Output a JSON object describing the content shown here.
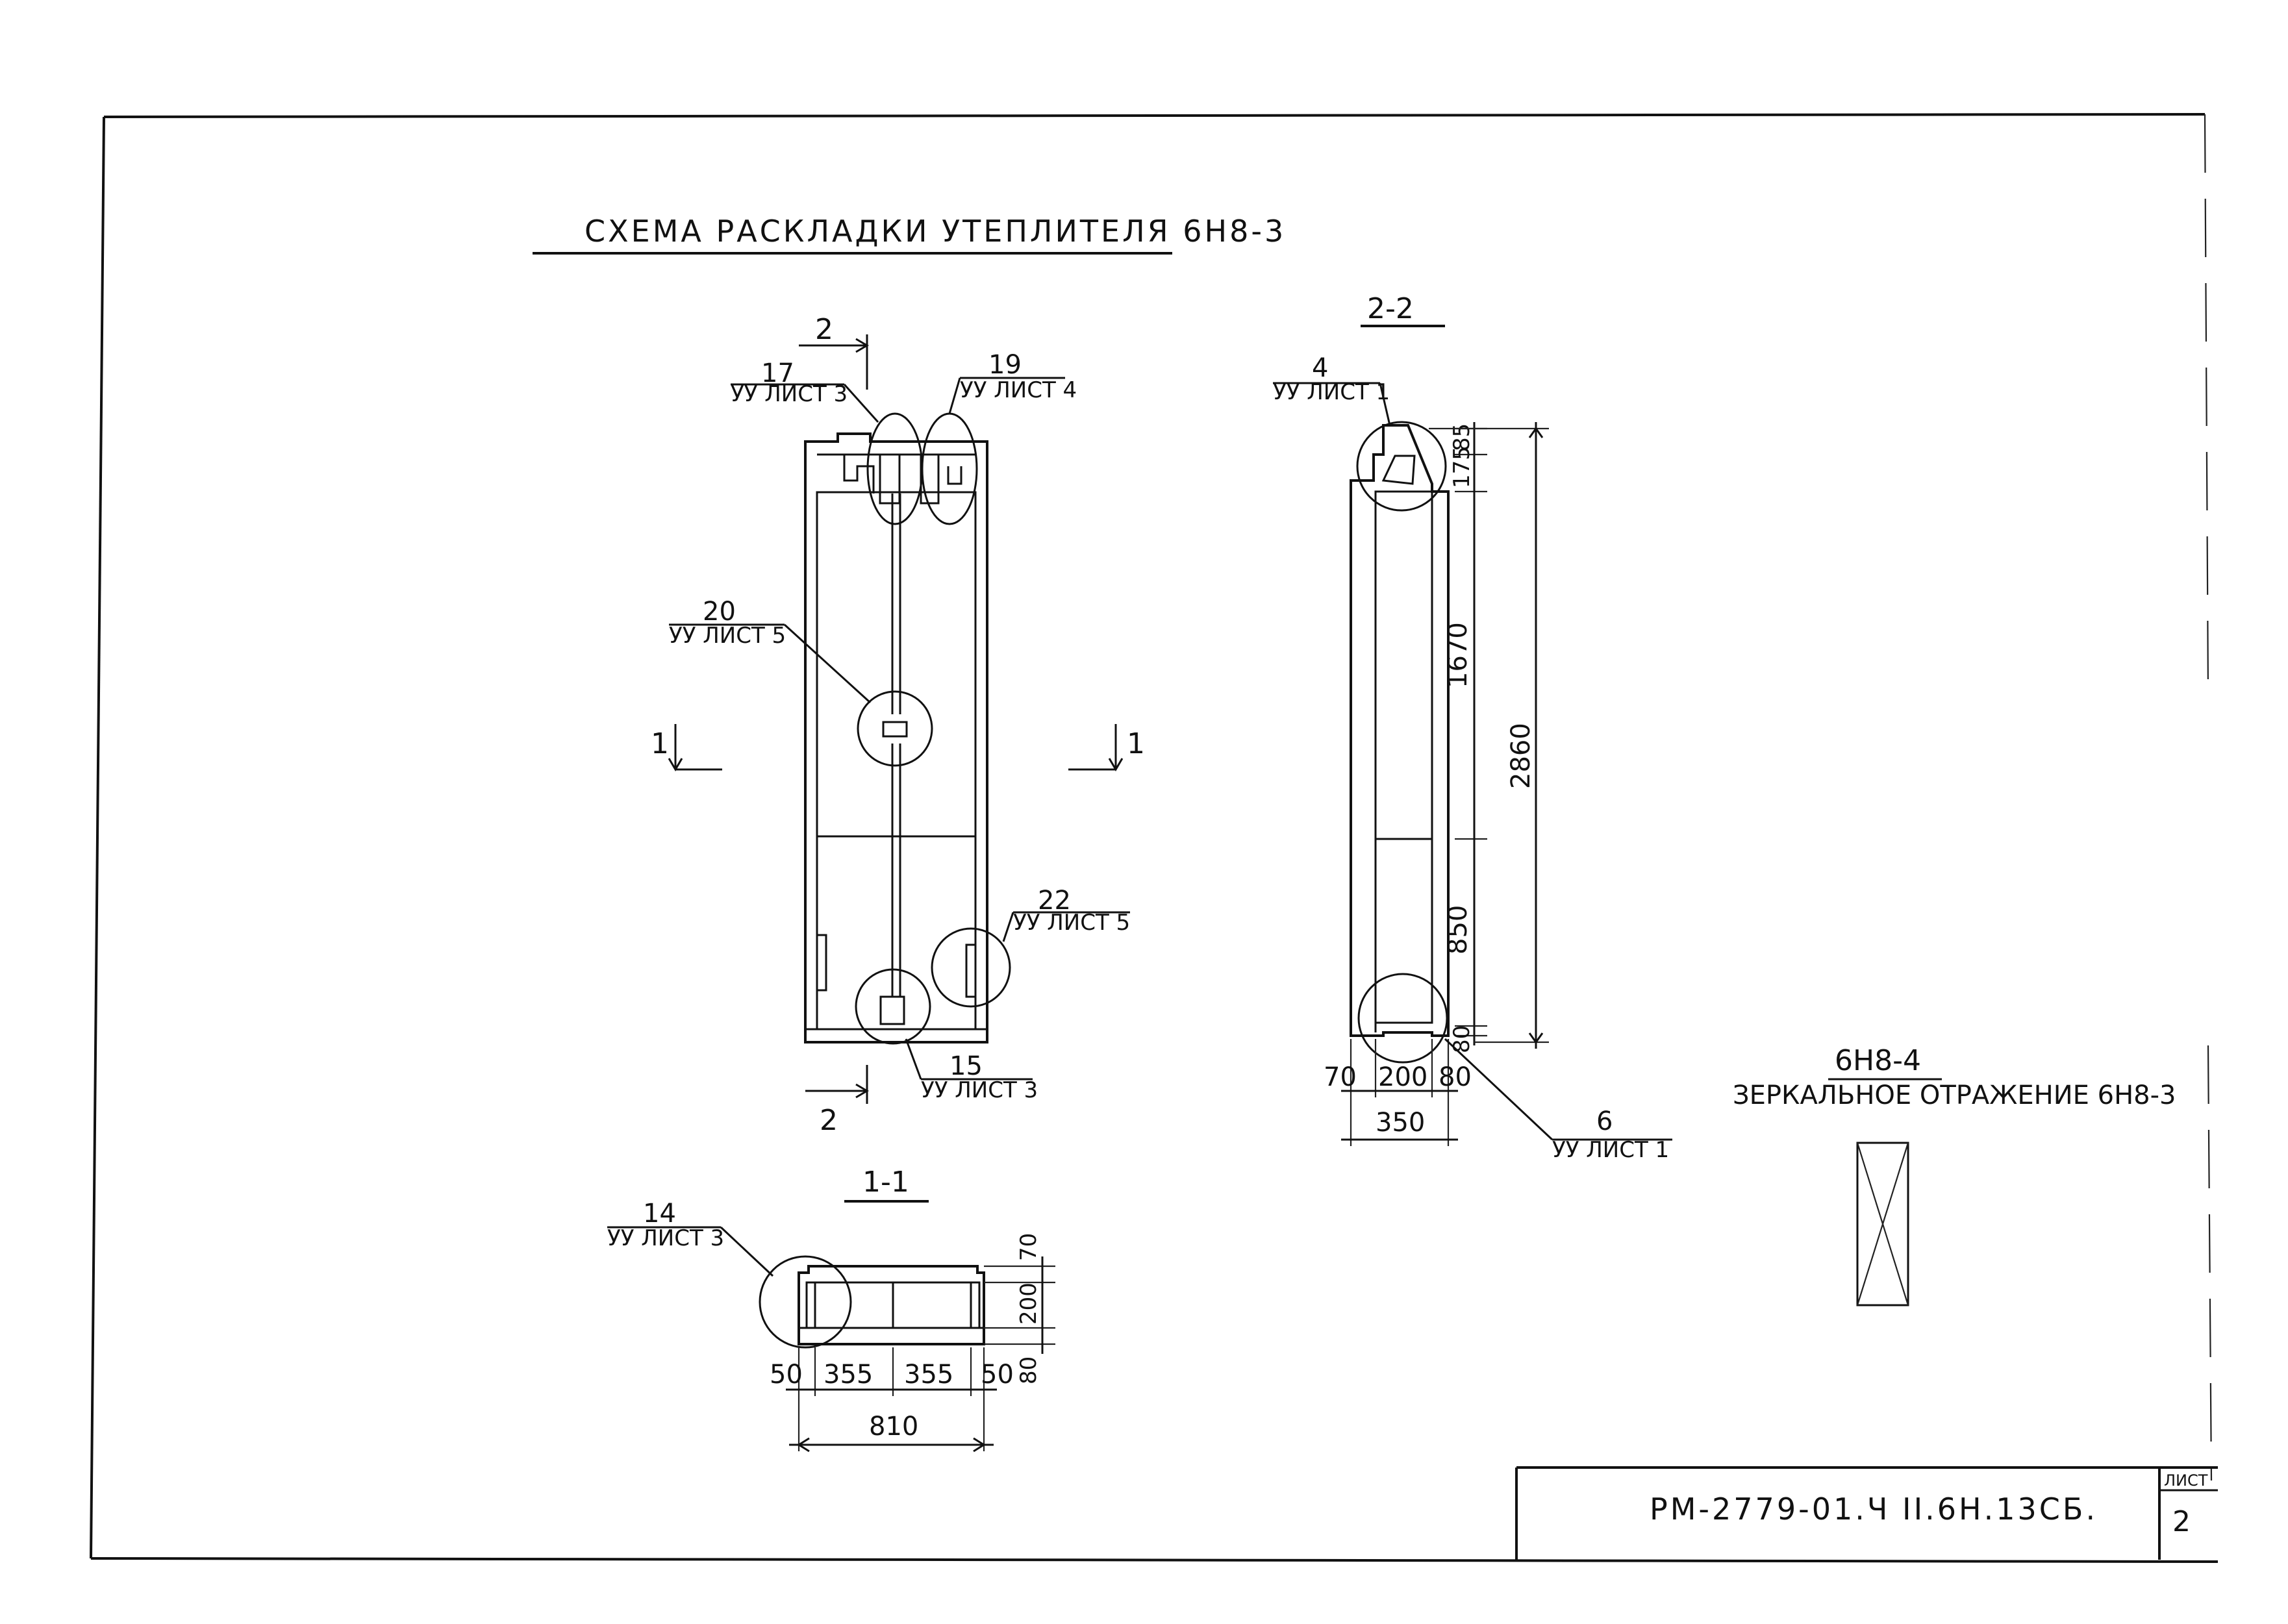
{
  "title": "СХЕМА РАСКЛАДКИ УТЕПЛИТЕЛЯ 6Н8-3",
  "section_2_2": "2-2",
  "section_1_1": "1-1",
  "cut_marks": {
    "cut2": "2",
    "cut1": "1"
  },
  "callouts": {
    "c17": {
      "num": "17",
      "ref": "УУ ЛИСТ 3"
    },
    "c19": {
      "num": "19",
      "ref": "УУ ЛИСТ 4"
    },
    "c20": {
      "num": "20",
      "ref": "УУ ЛИСТ 5"
    },
    "c22": {
      "num": "22",
      "ref": "УУ ЛИСТ 5"
    },
    "c15": {
      "num": "15",
      "ref": "УУ ЛИСТ 3"
    },
    "c4": {
      "num": "4",
      "ref": "УУ ЛИСТ 1"
    },
    "c6": {
      "num": "6",
      "ref": "УУ ЛИСТ 1"
    },
    "c14": {
      "num": "14",
      "ref": "УУ ЛИСТ 3"
    }
  },
  "dims_2_2": {
    "d85": "85",
    "d175": "175",
    "d1670": "1670",
    "d850": "850",
    "d80v": "80",
    "d2860": "2860",
    "d70": "70",
    "d200": "200",
    "d80h": "80",
    "d350": "350"
  },
  "dims_1_1": {
    "d70": "70",
    "d200": "200",
    "d80": "80",
    "d50a": "50",
    "d355a": "355",
    "d355b": "355",
    "d50b": "50",
    "d810": "810"
  },
  "mirror_note": {
    "label": "6Н8-4",
    "text": "ЗЕРКАЛЬНОЕ ОТРАЖЕНИЕ 6Н8-3"
  },
  "stamp": {
    "code": "РМ-2779-01.Ч II.6Н.13СБ.",
    "sheet_label": "ЛИСТ",
    "sheet_num": "2"
  }
}
